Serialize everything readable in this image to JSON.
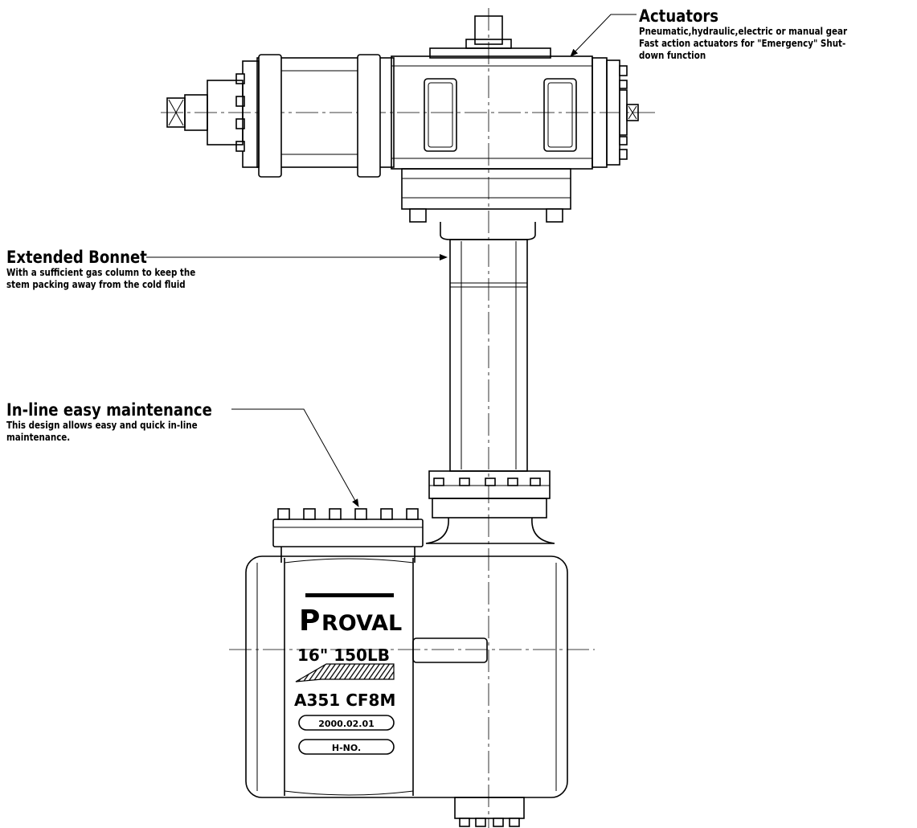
{
  "callouts": {
    "actuators": {
      "title": "Actuators",
      "lines": [
        "Pneumatic,hydraulic,electric or manual gear",
        "Fast action actuators for \"Emergency\" Shut-",
        "down function"
      ]
    },
    "extended_bonnet": {
      "title": "Extended Bonnet",
      "lines": [
        "With a sufficient gas column to keep the",
        "stem packing away from the cold fluid"
      ]
    },
    "inline_maintenance": {
      "title": "In-line easy maintenance",
      "lines": [
        "This design allows easy and quick in-line",
        "maintenance."
      ]
    }
  },
  "valve_body": {
    "brand_initial": "P",
    "brand_rest": "ROVAL",
    "size_rating": "16\" 150LB",
    "material": "A351 CF8M",
    "date_plate": "2000.02.01",
    "heat_number_plate": "H-NO."
  },
  "colors": {
    "line": "#000000",
    "background": "#ffffff"
  }
}
